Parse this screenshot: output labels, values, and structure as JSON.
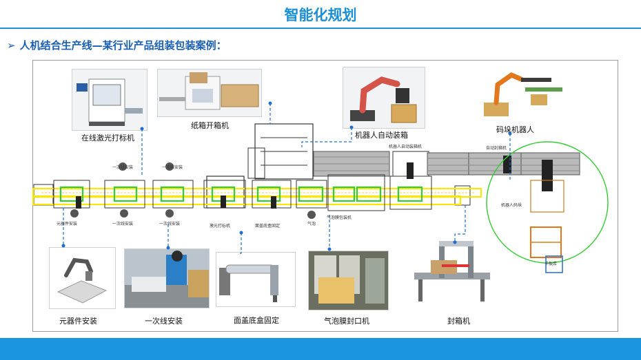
{
  "page": {
    "title": "智能化规划",
    "subtitle": "人机结合生产线—某行业产品组装包装案例："
  },
  "machines_top": [
    "在线激光打标机",
    "纸箱开箱机",
    "机器人自动装箱",
    "码垛机器人"
  ],
  "machines_bottom": [
    "元器件安装",
    "一次线安装",
    "面盖底盒固定",
    "气泡膜封口机",
    "封箱机"
  ],
  "line_small_labels": [
    "一次线安装",
    "一次线安装",
    "元器件安装",
    "一次线安装",
    "一次线安装",
    "激光打标机",
    "面盖底盒固定",
    "气泡",
    "气泡膜包装机",
    "机器人自动装箱机",
    "自动封箱机",
    "机器人码垛",
    "卡板库"
  ],
  "colors": {
    "accent": "#1a8fd6",
    "footer": "#1b95df",
    "conveyor_yellow": "#ffe600",
    "station_green": "#33cc33",
    "connector_blue": "#1e6fd0"
  }
}
